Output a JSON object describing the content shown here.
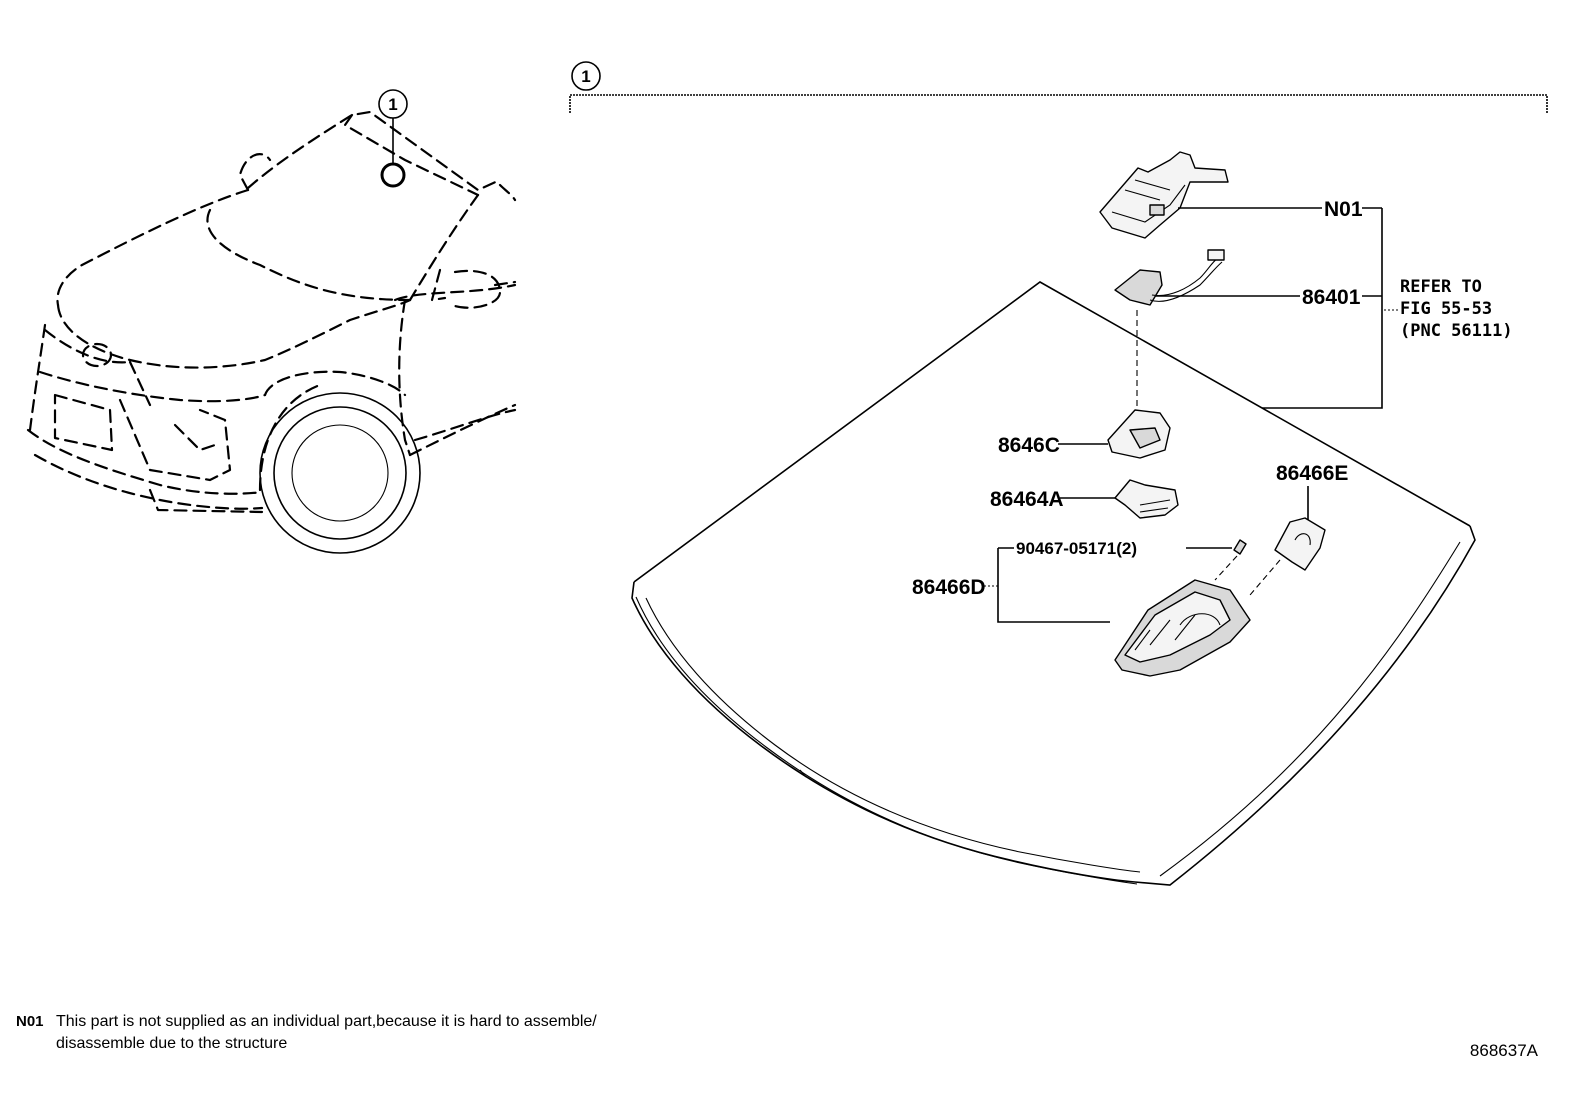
{
  "callouts": {
    "vehicle_ref": "1",
    "glass_ref": "1"
  },
  "parts": {
    "n01": "N01",
    "p86401": "86401",
    "p8646c": "8646C",
    "p86464a": "86464A",
    "p86466e": "86466E",
    "p86466d": "86466D",
    "p90467": "90467-05171(2)"
  },
  "refer": {
    "line1": "REFER TO",
    "line2": "FIG 55-53",
    "line3": "(PNC 56111)"
  },
  "footnote": {
    "code": "N01",
    "line1": "This part is not supplied as an individual part,because it is hard to assemble/",
    "line2": "disassemble due to the structure"
  },
  "diagram_id": "868637A"
}
